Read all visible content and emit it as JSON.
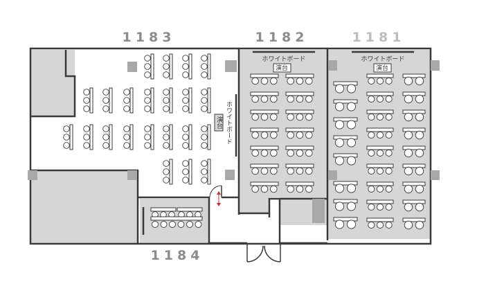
{
  "rooms": [
    {
      "id": "1183",
      "label": "1183",
      "color": "#8c8c8c"
    },
    {
      "id": "1182",
      "label": "1182",
      "color": "#8c8c8c"
    },
    {
      "id": "1181",
      "label": "1181",
      "color": "#bdbdbd"
    },
    {
      "id": "1184",
      "label": "1184",
      "color": "#8c8c8c"
    }
  ],
  "whiteboard_label": "ホワイトボード",
  "whiteboard_label_1181": "ホワイトボード",
  "podium_label": "演台",
  "colors": {
    "wall": "#3a3a3a",
    "room_fill": "#d6d6d6",
    "pillar": "#a8a8a8",
    "table_fill": "#ffffff",
    "door_arrow": "#c0303a"
  }
}
